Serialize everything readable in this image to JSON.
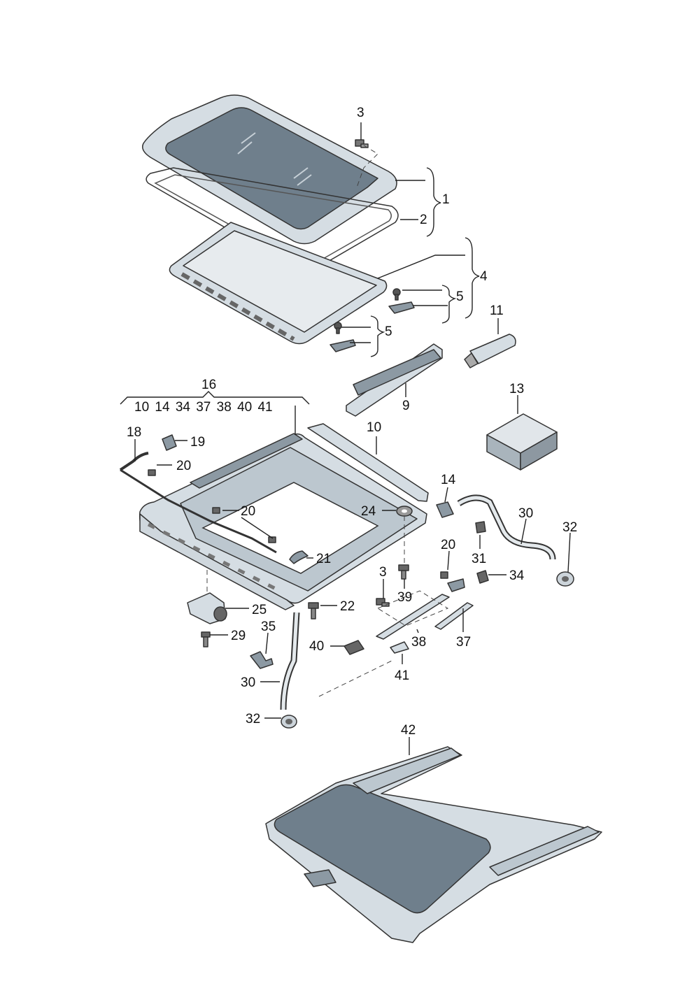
{
  "labels": {
    "l1": "1",
    "l2": "2",
    "l3a": "3",
    "l3b": "3",
    "l4": "4",
    "l5a": "5",
    "l5b": "5",
    "l9": "9",
    "l10": "10",
    "l11": "11",
    "l13": "13",
    "l14": "14",
    "l16": "16",
    "l16_list": "10 14 34 37 38 40 41",
    "l18": "18",
    "l19": "19",
    "l20a": "20",
    "l20b": "20",
    "l20c": "20",
    "l21": "21",
    "l22": "22",
    "l24": "24",
    "l25": "25",
    "l29": "29",
    "l30a": "30",
    "l30b": "30",
    "l31": "31",
    "l32a": "32",
    "l32b": "32",
    "l34": "34",
    "l35": "35",
    "l37": "37",
    "l38": "38",
    "l39": "39",
    "l40": "40",
    "l41": "41",
    "l42": "42"
  },
  "colors": {
    "glass": "#6f7f8c",
    "frame": "#d5dde3",
    "outline": "#333333"
  }
}
